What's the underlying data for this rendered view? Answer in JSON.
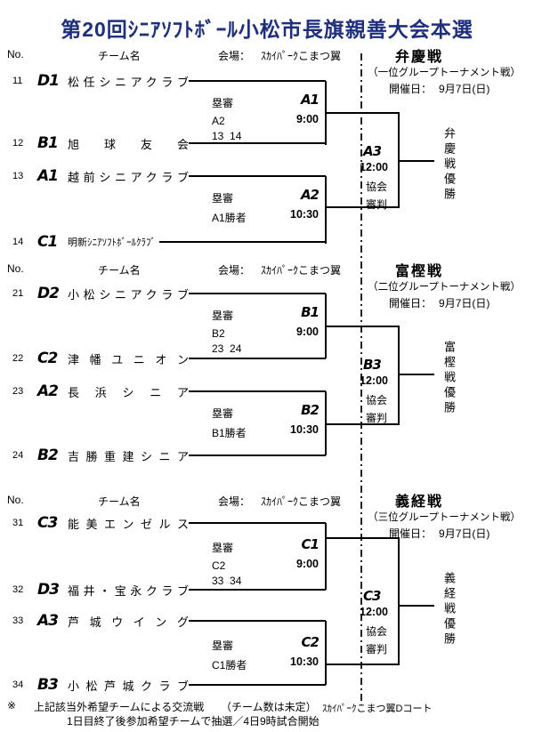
{
  "title": "第20回ｼﾆｱｿﾌﾄﾎﾞｰﾙ小松市長旗親善大会本選",
  "colors": {
    "title_navy": "#1e2f7d",
    "line": "#000000"
  },
  "columns": {
    "no": "No.",
    "team": "チーム名",
    "venue_label": "会場：",
    "venue": "ｽｶｲﾊﾟｰｸこまつ翼"
  },
  "sections": [
    {
      "group_title": "弁慶戦",
      "group_subtitle": "（一位グループトーナメント戦）",
      "date_label": "開催日：",
      "date": "9月7日(日)",
      "teams": [
        {
          "no": "11",
          "seed": "D1",
          "name": "松任シニアクラブ"
        },
        {
          "no": "12",
          "seed": "B1",
          "name": "旭　球　友　会"
        },
        {
          "no": "13",
          "seed": "A1",
          "name": "越前シニアクラブ"
        },
        {
          "no": "14",
          "seed": "C1",
          "name": "明新ｼﾆｱｿﾌﾄﾎﾞｰﾙｸﾗﾌﾞ"
        }
      ],
      "matches": [
        {
          "id": "A1",
          "time": "9:00",
          "umpire_label": "塁審",
          "umpire": "A2",
          "umpire_extra": "13  14"
        },
        {
          "id": "A2",
          "time": "10:30",
          "umpire_label": "塁審",
          "umpire": "A1勝者"
        }
      ],
      "final": {
        "id": "A3",
        "time": "12:00",
        "judge_line1": "協会",
        "judge_line2": "審判"
      },
      "champion": "弁慶戦優勝"
    },
    {
      "group_title": "富樫戦",
      "group_subtitle": "（二位グループトーナメント戦）",
      "date_label": "開催日：",
      "date": "9月7日(日)",
      "teams": [
        {
          "no": "21",
          "seed": "D2",
          "name": "小松シニアクラブ"
        },
        {
          "no": "22",
          "seed": "C2",
          "name": "津幡ユニオン"
        },
        {
          "no": "23",
          "seed": "A2",
          "name": "長浜シニア"
        },
        {
          "no": "24",
          "seed": "B2",
          "name": "吉勝重建シニア"
        }
      ],
      "matches": [
        {
          "id": "B1",
          "time": "9:00",
          "umpire_label": "塁審",
          "umpire": "B2",
          "umpire_extra": "23  24"
        },
        {
          "id": "B2",
          "time": "10:30",
          "umpire_label": "塁審",
          "umpire": "B1勝者"
        }
      ],
      "final": {
        "id": "B3",
        "time": "12:00",
        "judge_line1": "協会",
        "judge_line2": "審判"
      },
      "champion": "富樫戦優勝"
    },
    {
      "group_title": "義経戦",
      "group_subtitle": "（三位グループトーナメント戦）",
      "date_label": "開催日：",
      "date": "9月7日(日)",
      "teams": [
        {
          "no": "31",
          "seed": "C3",
          "name": "能美エンゼルス"
        },
        {
          "no": "32",
          "seed": "D3",
          "name": "福井・宝永クラブ"
        },
        {
          "no": "33",
          "seed": "A3",
          "name": "芦城ウイング"
        },
        {
          "no": "34",
          "seed": "B3",
          "name": "小松芦城クラブ"
        }
      ],
      "matches": [
        {
          "id": "C1",
          "time": "9:00",
          "umpire_label": "塁審",
          "umpire": "C2",
          "umpire_extra": "33  34"
        },
        {
          "id": "C2",
          "time": "10:30",
          "umpire_label": "塁審",
          "umpire": "C1勝者"
        }
      ],
      "final": {
        "id": "C3",
        "time": "12:00",
        "judge_line1": "協会",
        "judge_line2": "審判"
      },
      "champion": "義経戦優勝"
    }
  ],
  "footer": {
    "mark": "※",
    "note1": "上記該当外希望チームによる交流戦",
    "note2": "（チーム数は未定）",
    "note3": "ｽｶｲﾊﾟｰｸこまつ翼Dコート",
    "note_line2": "1日目終了後参加希望チームで抽選／4日9時試合開始"
  }
}
